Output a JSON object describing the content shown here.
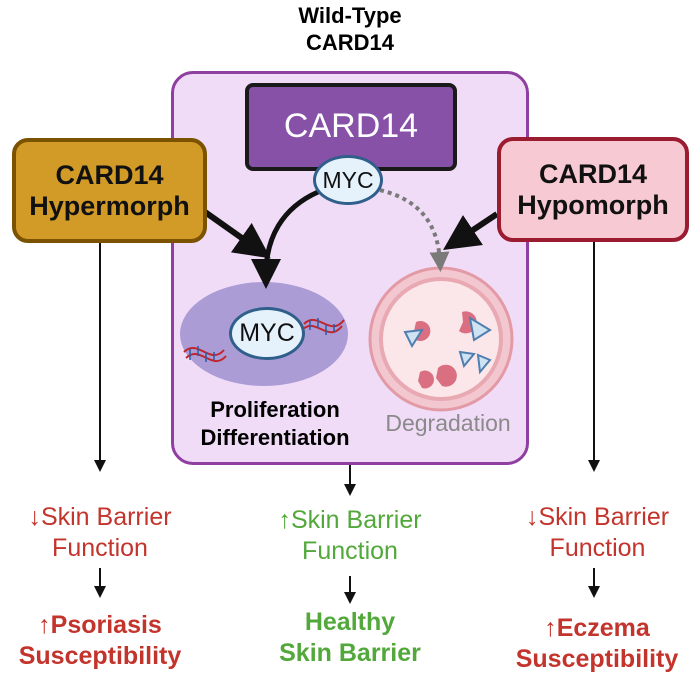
{
  "title_line1": "Wild-Type",
  "title_line2": "CARD14",
  "card14_label": "CARD14",
  "myc_top": "MYC",
  "myc_nucleus": "MYC",
  "hypermorph": {
    "line1": "CARD14",
    "line2": "Hypermorph"
  },
  "hypomorph": {
    "line1": "CARD14",
    "line2": "Hypomorph"
  },
  "proliferation": "Proliferation",
  "differentiation": "Differentiation",
  "degradation": "Degradation",
  "left_outcome": {
    "barrier_line1": "↓Skin Barrier",
    "barrier_line2": "Function",
    "result_line1": "↑Psoriasis",
    "result_line2": "Susceptibility"
  },
  "center_outcome": {
    "barrier_line1": "↑Skin Barrier",
    "barrier_line2": "Function",
    "result_line1": "Healthy",
    "result_line2": "Skin Barrier"
  },
  "right_outcome": {
    "barrier_line1": "↓Skin Barrier",
    "barrier_line2": "Function",
    "result_line1": "↑Eczema",
    "result_line2": "Susceptibility"
  },
  "colors": {
    "wt_fill": "#f1dcf7",
    "wt_border": "#8e3fa0",
    "card14": "#8751a8",
    "hypermorph": "#d29a27",
    "hypomorph": "#f7c9d2",
    "down_red": "#c3342c",
    "up_green": "#52a83a",
    "nucleus": "#9f90cf",
    "proteasome": "#e8a9b3"
  }
}
